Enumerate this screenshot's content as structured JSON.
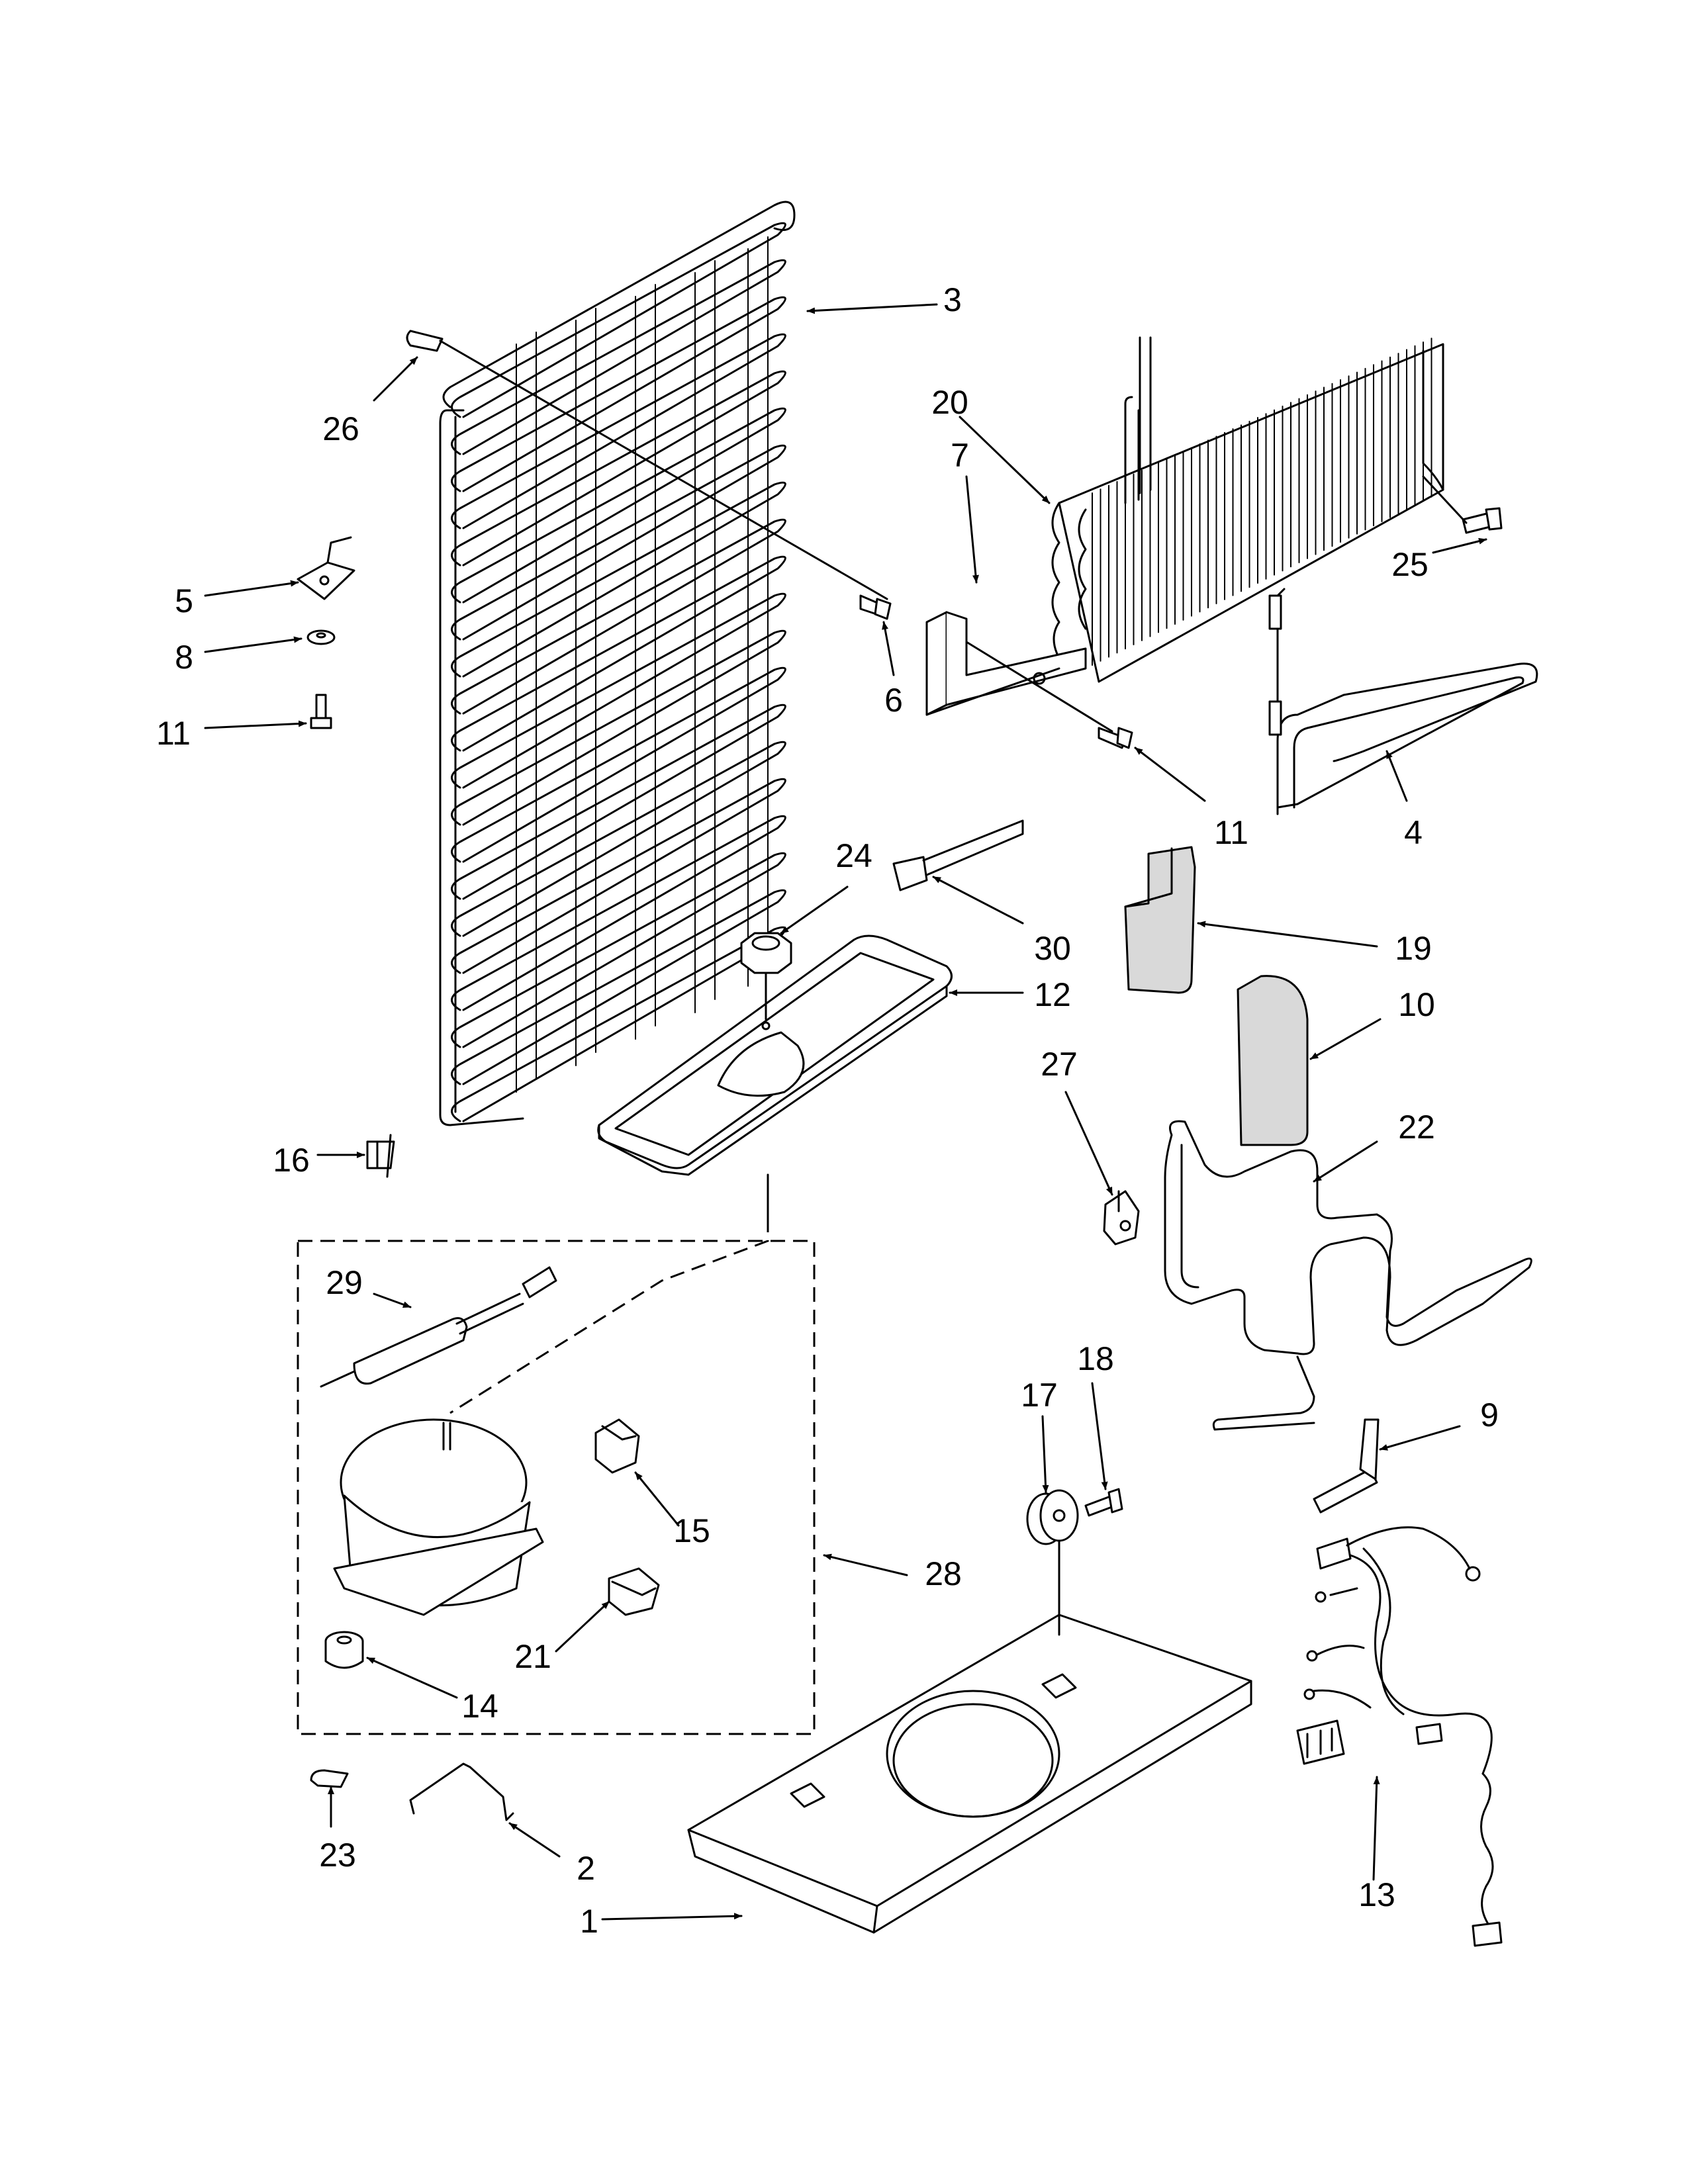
{
  "callouts": [
    {
      "id": "1",
      "label": "1"
    },
    {
      "id": "2",
      "label": "2"
    },
    {
      "id": "3",
      "label": "3"
    },
    {
      "id": "4",
      "label": "4"
    },
    {
      "id": "5",
      "label": "5"
    },
    {
      "id": "6",
      "label": "6"
    },
    {
      "id": "7",
      "label": "7"
    },
    {
      "id": "8",
      "label": "8"
    },
    {
      "id": "9",
      "label": "9"
    },
    {
      "id": "10",
      "label": "10"
    },
    {
      "id": "11a",
      "label": "11"
    },
    {
      "id": "11b",
      "label": "11"
    },
    {
      "id": "12",
      "label": "12"
    },
    {
      "id": "13",
      "label": "13"
    },
    {
      "id": "14",
      "label": "14"
    },
    {
      "id": "15",
      "label": "15"
    },
    {
      "id": "16",
      "label": "16"
    },
    {
      "id": "17",
      "label": "17"
    },
    {
      "id": "18",
      "label": "18"
    },
    {
      "id": "19",
      "label": "19"
    },
    {
      "id": "20",
      "label": "20"
    },
    {
      "id": "21",
      "label": "21"
    },
    {
      "id": "22",
      "label": "22"
    },
    {
      "id": "23",
      "label": "23"
    },
    {
      "id": "24",
      "label": "24"
    },
    {
      "id": "25",
      "label": "25"
    },
    {
      "id": "26",
      "label": "26"
    },
    {
      "id": "27",
      "label": "27"
    },
    {
      "id": "28",
      "label": "28"
    },
    {
      "id": "29",
      "label": "29"
    },
    {
      "id": "30",
      "label": "30"
    }
  ]
}
